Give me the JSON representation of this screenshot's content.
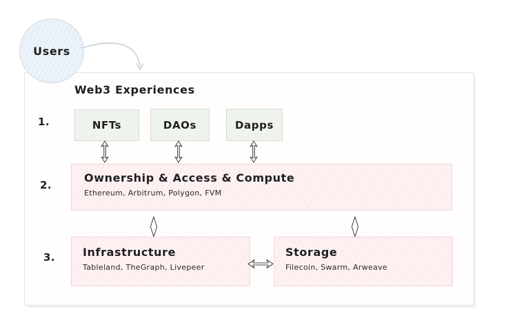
{
  "users": {
    "label": "Users"
  },
  "container": {
    "title": "Web3 Experiences"
  },
  "rows": {
    "row1": {
      "number": "1.",
      "boxes": [
        {
          "label": "NFTs"
        },
        {
          "label": "DAOs"
        },
        {
          "label": "Dapps"
        }
      ]
    },
    "row2": {
      "number": "2.",
      "box": {
        "title": "Ownership & Access & Compute",
        "subtitle": "Ethereum, Arbitrum, Polygon, FVM"
      }
    },
    "row3": {
      "number": "3.",
      "boxes": [
        {
          "title": "Infrastructure",
          "subtitle": "Tableland, TheGraph, Livepeer"
        },
        {
          "title": "Storage",
          "subtitle": "Filecoin, Swarm, Arweave"
        }
      ]
    }
  },
  "icons": {
    "users_connector": "curved-arrow-down",
    "level1_connectors": "double-arrow-vertical",
    "level2_connectors": "diamond-connector-vertical",
    "level3_connector": "double-arrow-horizontal"
  },
  "colors": {
    "background": "#ffffff",
    "outer_border": "#e7e2e2",
    "green_fill": "#f0f4ee",
    "green_border": "#d3dccd",
    "pink_fill": "#fdf1f2",
    "pink_border": "#f2d4d6",
    "circle_fill": "#ecf3f9",
    "circle_border": "#cfdae4",
    "text": "#1f1f1f",
    "arrow_stroke": "#4a4a4a",
    "connector_stroke": "#c9ced6"
  }
}
